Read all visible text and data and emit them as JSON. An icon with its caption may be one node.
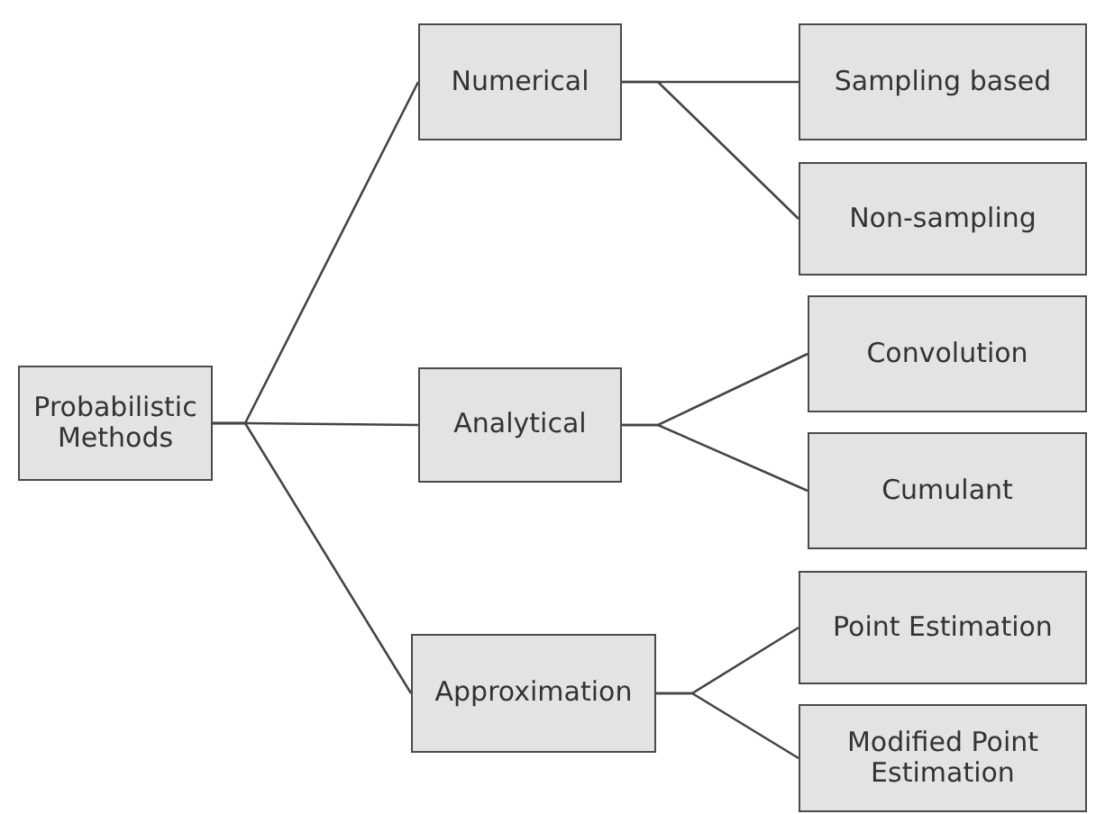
{
  "diagram": {
    "nodes": [
      {
        "text": [
          "Probabilistic Methods"
        ]
      },
      {
        "text": [
          "Numerical"
        ]
      },
      {
        "text": [
          "Analytical"
        ]
      },
      {
        "text": [
          "Approximation"
        ]
      },
      {
        "text": [
          "Sampling based"
        ]
      },
      {
        "text": [
          "Non-sampling"
        ]
      },
      {
        "text": [
          "Convolution"
        ]
      },
      {
        "text": [
          "Cumulant"
        ]
      },
      {
        "text": [
          "Point Estimation"
        ]
      },
      {
        "text": [
          "Modified Point Estimation"
        ]
      }
    ],
    "edges": [
      {
        "from": 0,
        "to": 1,
        "arrow": "none"
      },
      {
        "from": 0,
        "to": 2,
        "arrow": "none"
      },
      {
        "from": 0,
        "to": 3,
        "arrow": "none"
      },
      {
        "from": 1,
        "to": 4,
        "arrow": "none"
      },
      {
        "from": 1,
        "to": 5,
        "arrow": "none"
      },
      {
        "from": 2,
        "to": 6,
        "arrow": "none"
      },
      {
        "from": 2,
        "to": 7,
        "arrow": "none"
      },
      {
        "from": 3,
        "to": 8,
        "arrow": "none"
      },
      {
        "from": 3,
        "to": 9,
        "arrow": "none"
      }
    ]
  }
}
